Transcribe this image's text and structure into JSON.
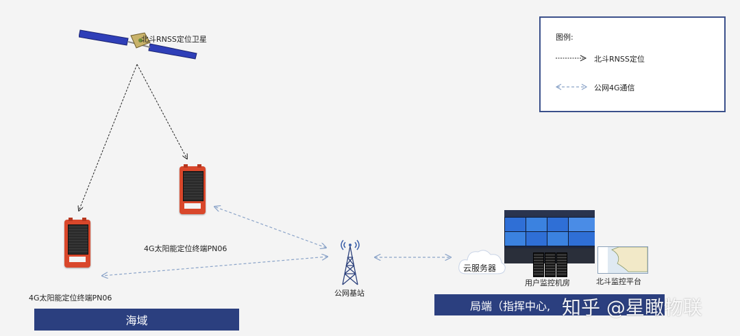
{
  "satellite_label": "北斗RNSS定位卫星",
  "legend": {
    "title": "图例:",
    "beidou": "北斗RNSS定位",
    "comm": "公网4G通信"
  },
  "device_upper_label": "4G太阳能定位终端PN06",
  "device_lower_label": "4G太阳能定位终端PN06",
  "sea_band": "海域",
  "tower_label": "公网基站",
  "cloud_label": "云服务器",
  "server_room_label": "用户监控机房",
  "platform_label": "北斗监控平台",
  "command_band": "局端（指挥中心,",
  "watermark": "知乎 @星瞰物联",
  "colors": {
    "band": "#2b3f7f",
    "legend_border": "#3a4f8a",
    "comm_arrow": "#8aa3c8",
    "device": "#d9472b"
  }
}
